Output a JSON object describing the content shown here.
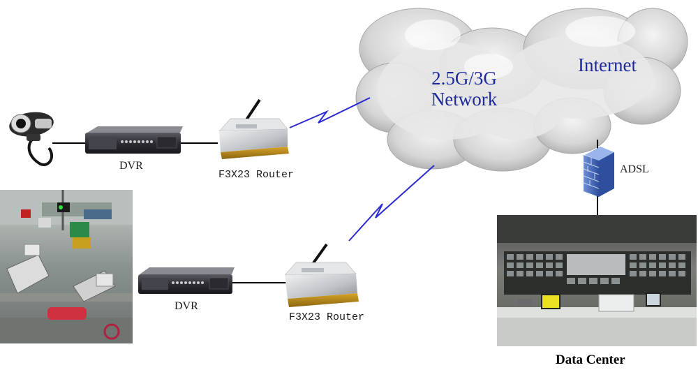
{
  "cloud": {
    "network_line1": "2.5G/3G",
    "network_line2": "Network",
    "internet": "Internet"
  },
  "labels": {
    "dvr_top": "DVR",
    "router_top": "F3X23 Router",
    "dvr_bottom": "DVR",
    "router_bottom": "F3X23 Router",
    "adsl": "ADSL",
    "data_center": "Data Center"
  },
  "colors": {
    "network_text": "#1e2a9a",
    "wireless_link": "#2a2ad0",
    "firewall": "#4a6fc4"
  },
  "icons": [
    "webcam-icon",
    "dvr-icon",
    "router-icon",
    "traffic-camera-photo",
    "firewall-icon",
    "data-center-photo",
    "wireless-link-icon",
    "cloud-icon"
  ]
}
